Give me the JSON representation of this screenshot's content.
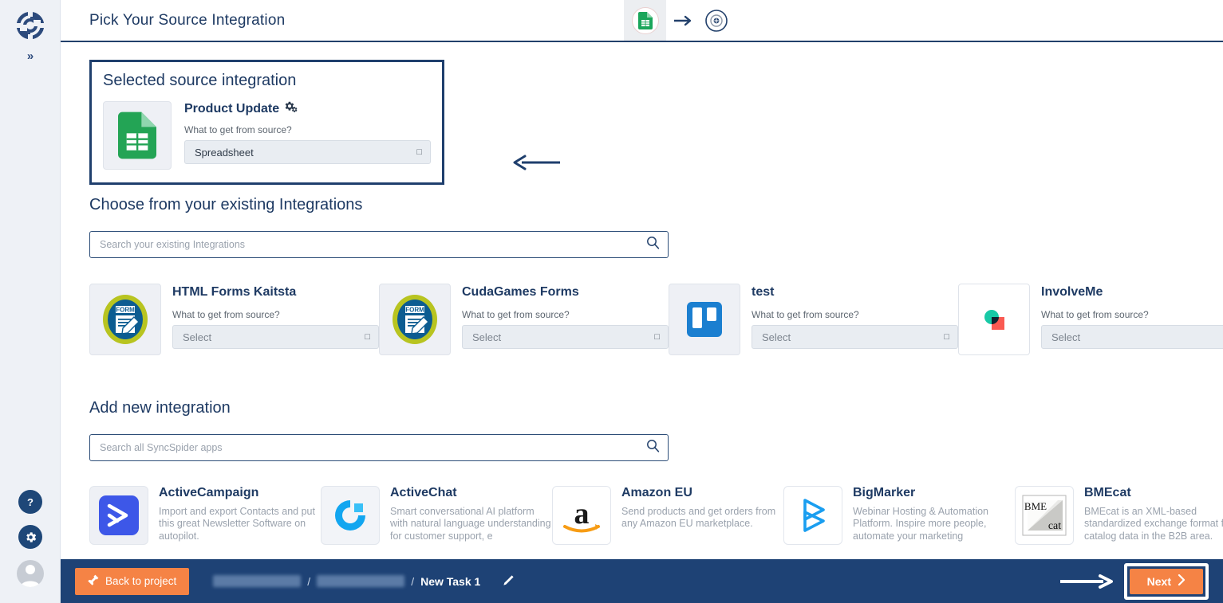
{
  "sidebar": {
    "logo_icon": "syncspider-logo-icon",
    "collapse_label": "»",
    "help_label": "?",
    "bottom_items": [
      {
        "icon": "help-icon",
        "label": "?"
      },
      {
        "icon": "gear-icon",
        "label": ""
      },
      {
        "icon": "user-avatar-icon",
        "label": ""
      }
    ]
  },
  "header": {
    "title": "Pick Your Source Integration",
    "flow": {
      "source_icon": "google-sheets-icon",
      "arrow_icon": "arrow-right-icon",
      "target_icon": "target-add-icon"
    }
  },
  "selected_panel": {
    "title": "Selected source integration",
    "integration_name": "Product Update",
    "settings_icon": "gears-icon",
    "source_question": "What to get from source?",
    "selected_value": "Spreadsheet",
    "caret_icon": "chevron-down-icon",
    "app_icon": "google-sheets-icon"
  },
  "annotations": {
    "left_arrow_icon": "annotation-arrow-left",
    "right_arrow_icon": "annotation-arrow-right",
    "next_highlight": "annotation-highlight-box"
  },
  "existing": {
    "title": "Choose from your existing Integrations",
    "search_placeholder": "Search your existing Integrations",
    "search_value": "",
    "search_icon": "search-icon",
    "items": [
      {
        "name": "HTML Forms Kaitsta",
        "question": "What to get from source?",
        "select_value": "Select",
        "icon": "html-forms-icon"
      },
      {
        "name": "CudaGames Forms",
        "question": "What to get from source?",
        "select_value": "Select",
        "icon": "html-forms-icon"
      },
      {
        "name": "test",
        "question": "What to get from source?",
        "select_value": "Select",
        "icon": "trello-icon"
      },
      {
        "name": "InvolveMe",
        "question": "What to get from source?",
        "select_value": "Select",
        "icon": "involveme-icon"
      }
    ]
  },
  "add_new": {
    "title": "Add new integration",
    "search_placeholder": "Search all SyncSpider apps",
    "search_value": "",
    "search_icon": "search-icon",
    "apps": [
      {
        "name": "ActiveCampaign",
        "description": "Import and export Contacts and put this great Newsletter Software on autopilot.",
        "icon": "activecampaign-icon"
      },
      {
        "name": "ActiveChat",
        "description": "Smart conversational AI platform with natural language understanding for customer support, e",
        "icon": "activechat-icon"
      },
      {
        "name": "Amazon EU",
        "description": "Send products and get orders from any Amazon EU marketplace.",
        "icon": "amazon-icon"
      },
      {
        "name": "BigMarker",
        "description": "Webinar Hosting & Automation Platform. Inspire more people, automate your marketing",
        "icon": "bigmarker-icon"
      },
      {
        "name": "BMEcat",
        "description": "BMEcat is an XML-based standardized exchange format for catalog data in the B2B area.",
        "icon": "bmecat-icon"
      }
    ]
  },
  "bottombar": {
    "back_label": "Back to project",
    "back_icon": "pin-icon",
    "breadcrumb_current": "New Task 1",
    "breadcrumb_separator": "/",
    "edit_icon": "pencil-icon",
    "next_label": "Next",
    "next_icon": "chevron-right-icon"
  },
  "colors": {
    "navy": "#1e4275",
    "orange": "#f58345",
    "heading": "#1e3a63",
    "sidebar_bg": "#eef1f6"
  }
}
